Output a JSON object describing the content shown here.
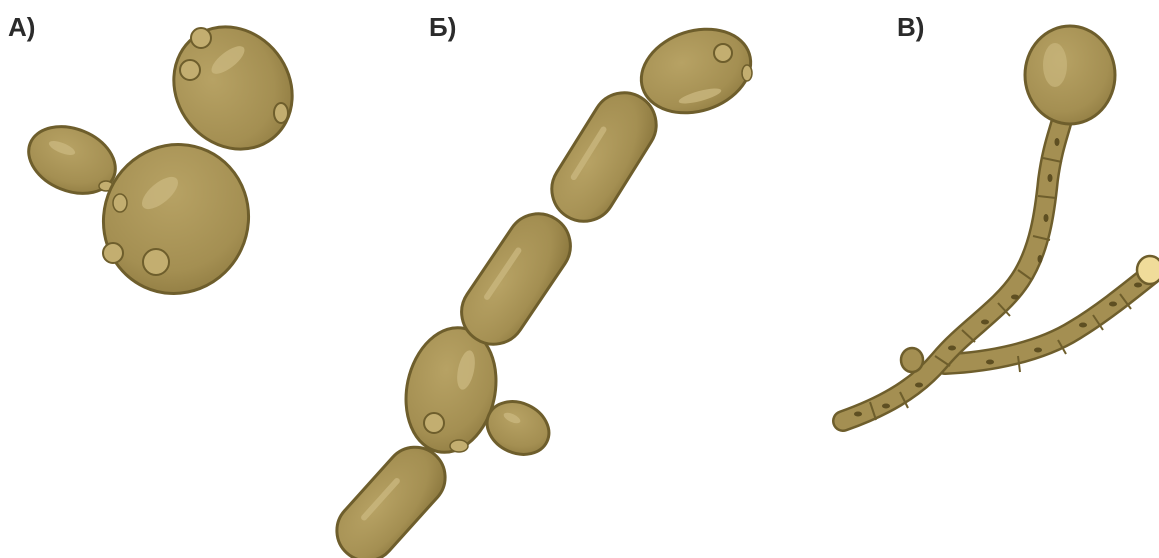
{
  "panels": [
    {
      "label": "А)"
    },
    {
      "label": "Б)"
    },
    {
      "label": "В)"
    }
  ],
  "colors": {
    "cell_fill": "#A48F52",
    "cell_stroke": "#6E5E2C",
    "highlight": "#C9B77E",
    "bud_scar": "#C3AE70",
    "spore_tip": "#F0DC9A",
    "septum_dot": "#5E4F22"
  }
}
